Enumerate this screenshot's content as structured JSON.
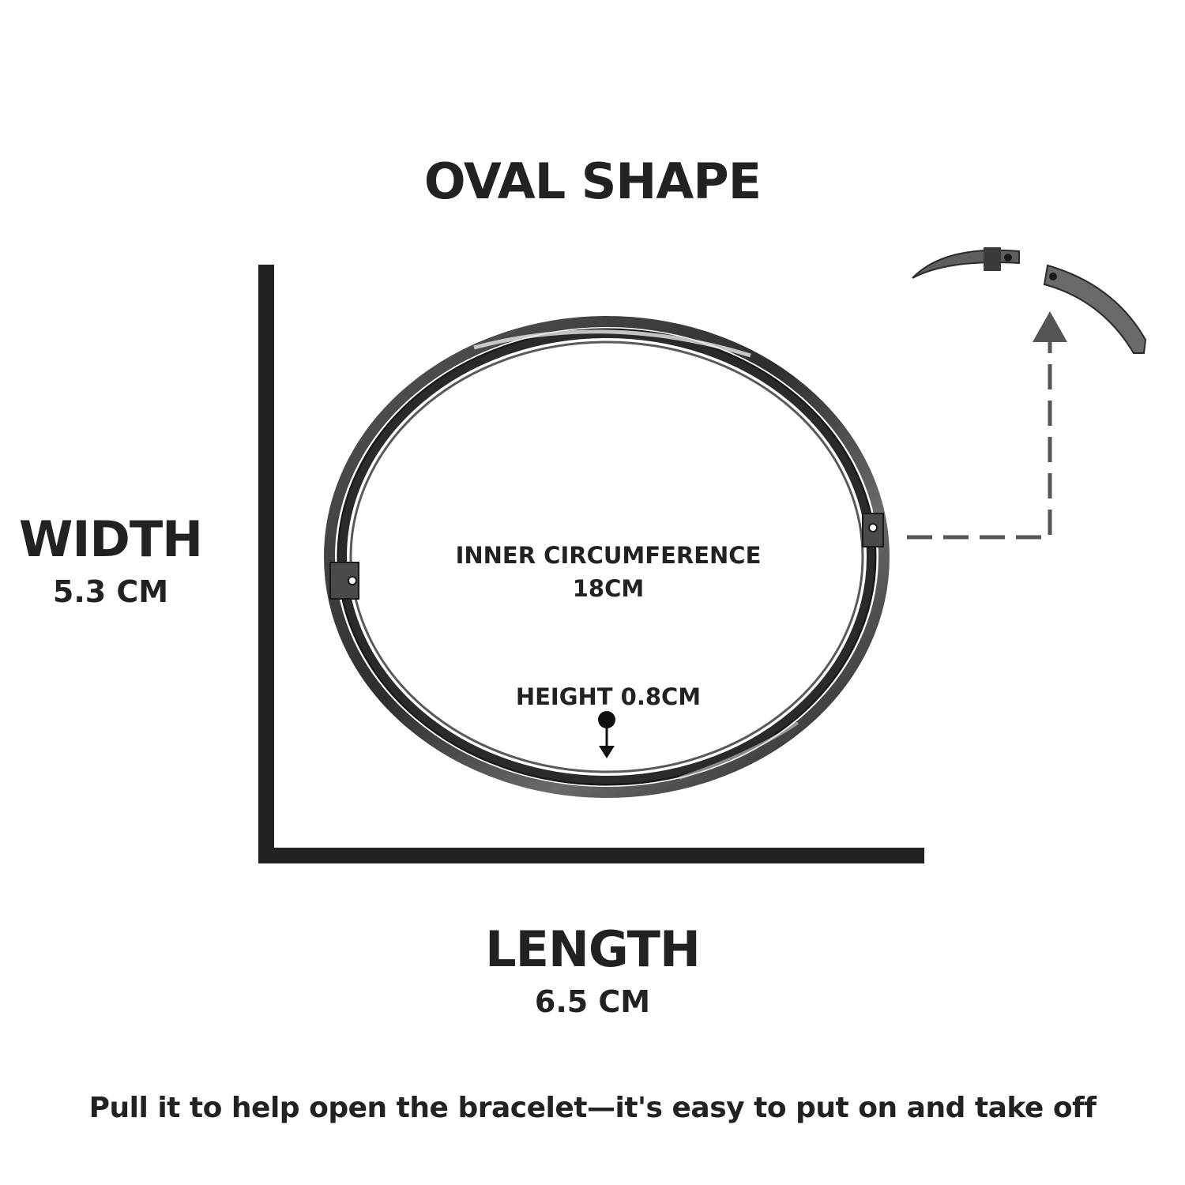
{
  "title": "OVAL SHAPE",
  "width": {
    "label": "WIDTH",
    "value": "5.3 CM"
  },
  "length": {
    "label": "LENGTH",
    "value": "6.5 CM"
  },
  "inner_circumference": {
    "label": "INNER CIRCUMFERENCE",
    "value": "18CM"
  },
  "height": {
    "label": "HEIGHT 0.8CM"
  },
  "instruction": "Pull it to help open the bracelet—it's easy to put on and take off",
  "colors": {
    "text": "#222222",
    "axis": "#222222",
    "arrow": "#555555",
    "bracelet": "#3c3c3c"
  }
}
